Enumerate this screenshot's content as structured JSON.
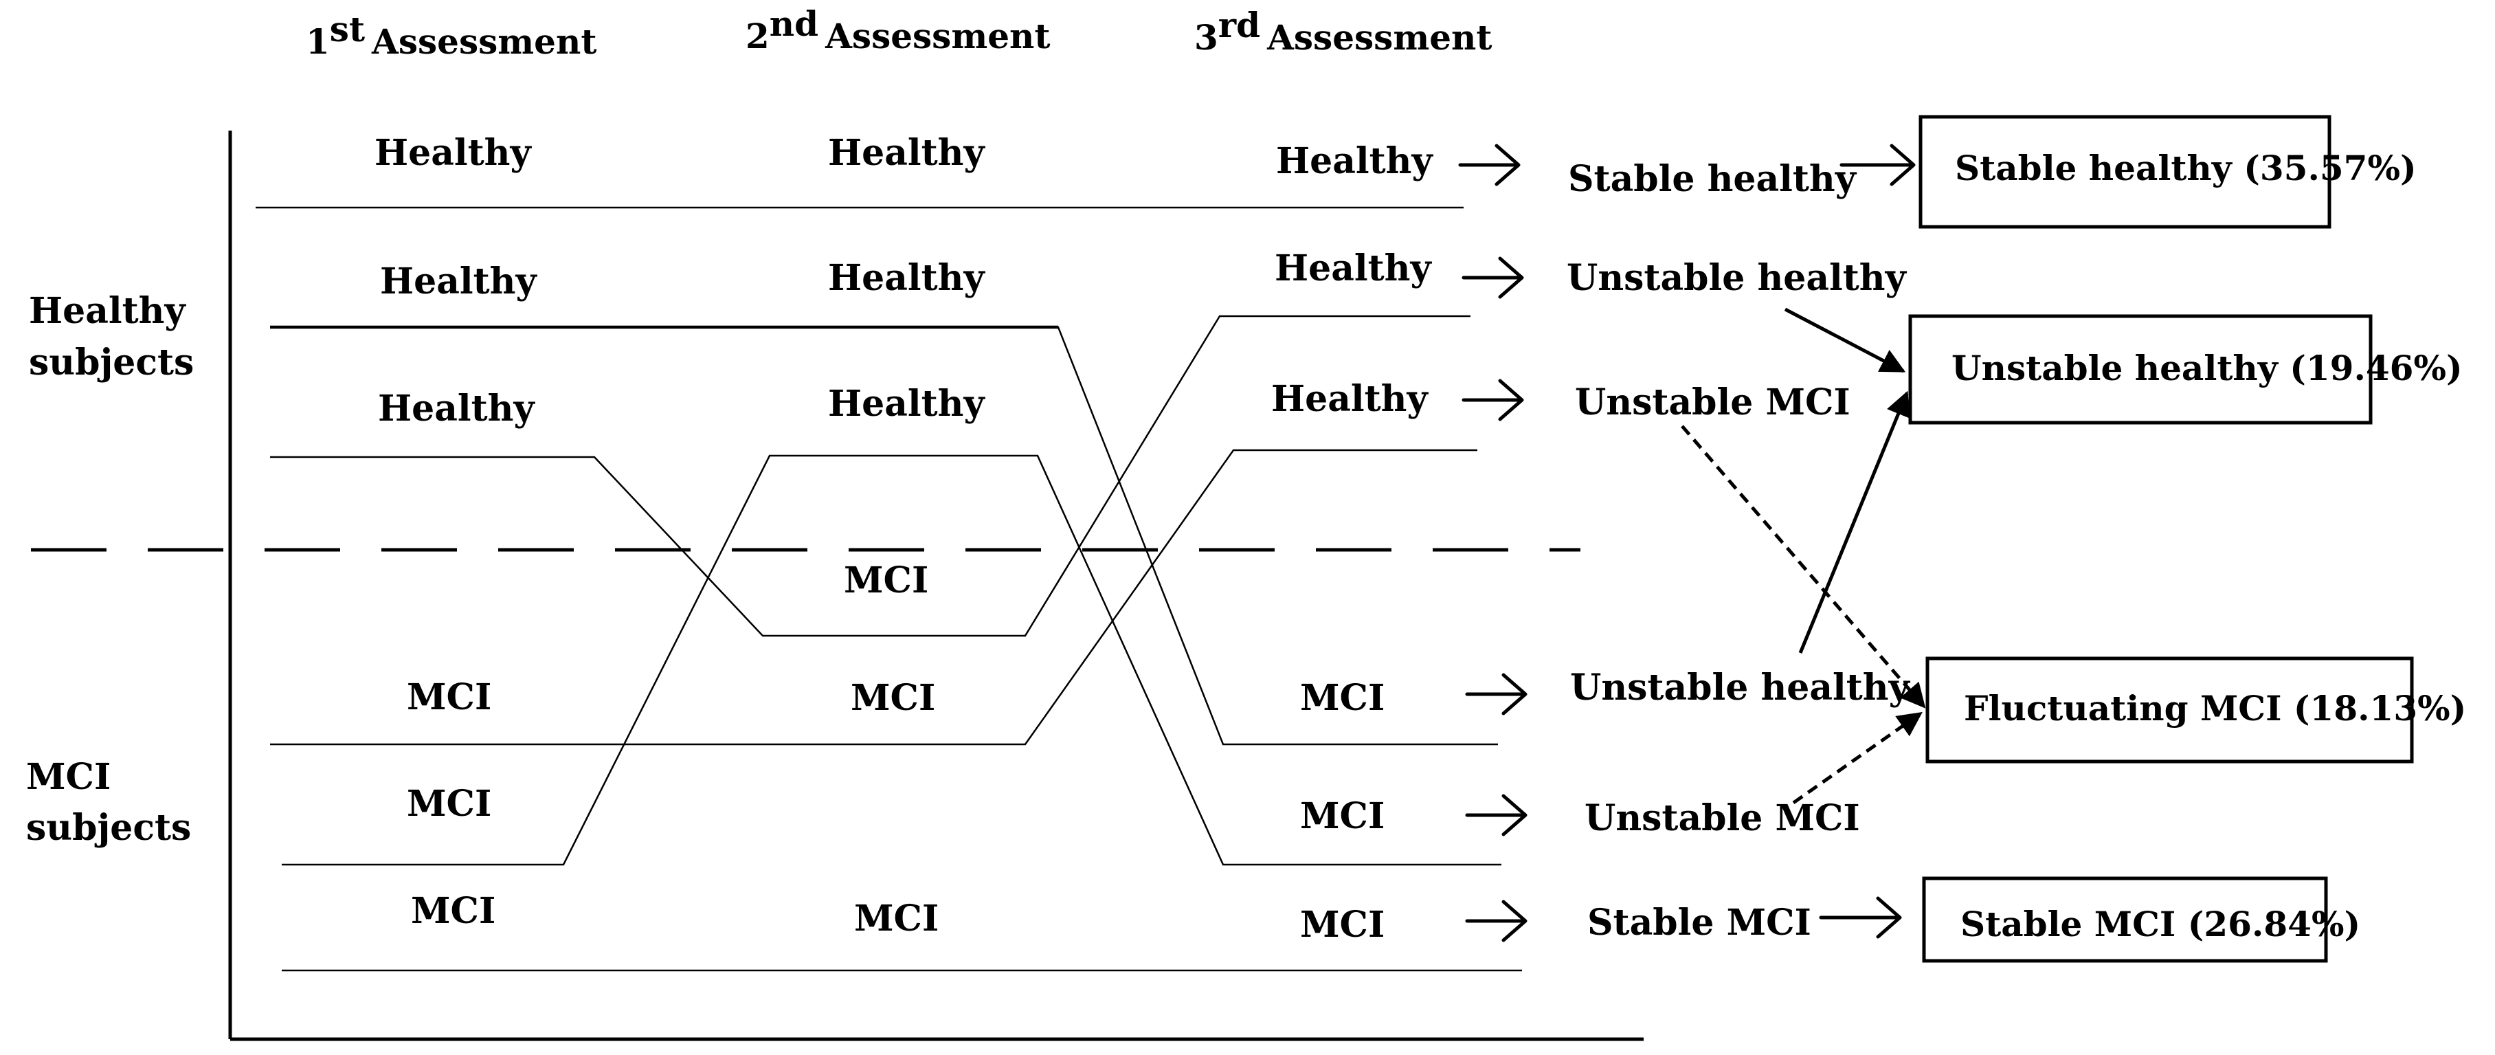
{
  "headers": {
    "h1": {
      "num": "1",
      "sup": "st",
      "text": "Assessment"
    },
    "h2": {
      "num": "2",
      "sup": "nd",
      "text": "Assessment"
    },
    "h3": {
      "num": "3",
      "sup": "rd",
      "text": "Assessment"
    }
  },
  "groups": {
    "healthy": [
      "Healthy",
      "subjects"
    ],
    "mci": [
      "MCI",
      "subjects"
    ]
  },
  "col1": [
    "Healthy",
    "Healthy",
    "Healthy",
    "MCI",
    "MCI",
    "MCI"
  ],
  "col2": [
    "Healthy",
    "Healthy",
    "Healthy",
    "MCI",
    "MCI",
    "MCI"
  ],
  "col3": [
    "Healthy",
    "Healthy",
    "Healthy",
    "MCI",
    "MCI",
    "MCI"
  ],
  "trajectories": [
    "Stable healthy",
    "Unstable healthy",
    "Unstable MCI",
    "Unstable healthy",
    "Unstable MCI",
    "Stable MCI"
  ],
  "outcomes": {
    "stable_healthy": "Stable healthy (35.57%)",
    "unstable_healthy": "Unstable healthy (19.46%)",
    "fluctuating_mci": "Fluctuating MCI (18.13%)",
    "stable_mci": "Stable MCI (26.84%)"
  },
  "arrow_glyph": "→"
}
